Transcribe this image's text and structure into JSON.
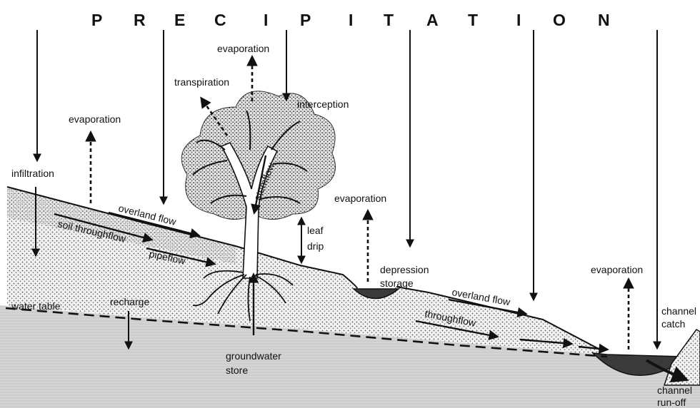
{
  "title_letters": [
    "P",
    "R",
    "E",
    "C",
    "I",
    "P",
    "I",
    "T",
    "A",
    "T",
    "I",
    "O",
    "N"
  ],
  "labels": {
    "evaporation_top": "evaporation",
    "transpiration": "transpiration",
    "interception": "interception",
    "evaporation_left": "evaporation",
    "infiltration": "infiltration",
    "stemflow": "stemflow",
    "overland_flow_upper": "overland flow",
    "soil_throughflow": "soil throughflow",
    "pipeflow": "pipeflow",
    "leaf_drip_1": "leaf",
    "leaf_drip_2": "drip",
    "evaporation_mid": "evaporation",
    "depression_storage_1": "depression",
    "depression_storage_2": "storage",
    "overland_flow_lower": "overland flow",
    "throughflow": "throughflow",
    "evaporation_right": "evaporation",
    "water_table": "water table",
    "recharge": "recharge",
    "groundwater_store_1": "groundwater",
    "groundwater_store_2": "store",
    "channel_catch_1": "channel",
    "channel_catch_2": "catch",
    "channel_runoff_1": "channel",
    "channel_runoff_2": "run-off"
  }
}
